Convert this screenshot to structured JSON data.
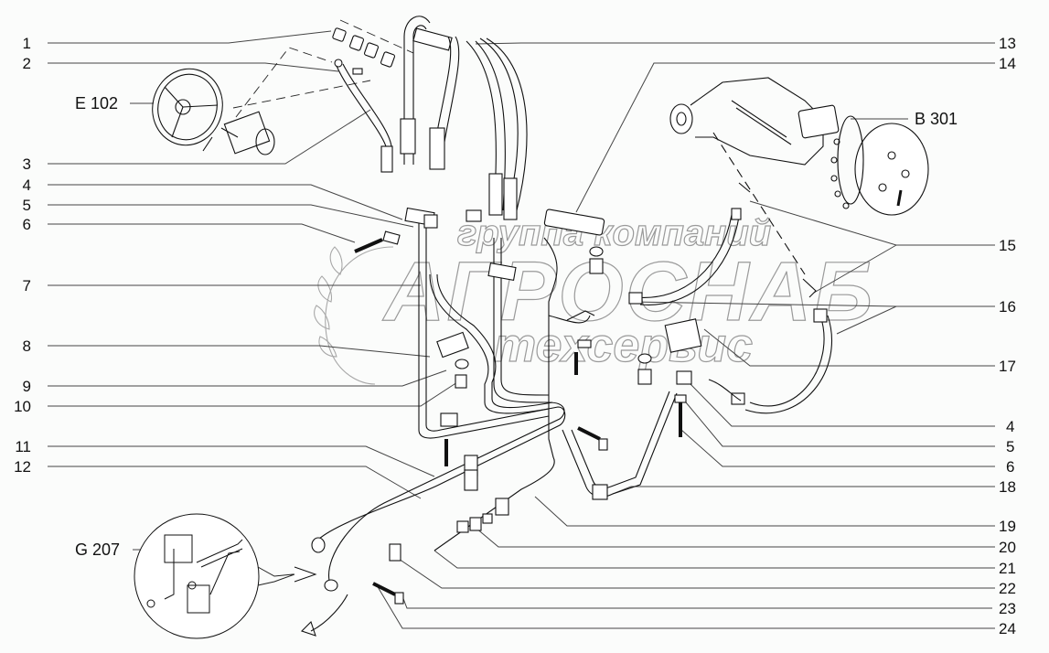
{
  "diagram": {
    "title": "Hydraulic steering lines assembly",
    "watermark": {
      "line1": "группа компаний",
      "line2": "АГРОСНАБ",
      "line3": "техсервис"
    },
    "reference_labels": [
      {
        "id": "e102",
        "text": "E 102",
        "target": "steering-wheel-unit"
      },
      {
        "id": "b301",
        "text": "B 301",
        "target": "steering-axle"
      },
      {
        "id": "g207",
        "text": "G 207",
        "target": "valve-block-detail"
      }
    ],
    "left_callouts": [
      "1",
      "2",
      "3",
      "4",
      "5",
      "6",
      "7",
      "8",
      "9",
      "10",
      "11",
      "12"
    ],
    "right_callouts": [
      "13",
      "14",
      "15",
      "16",
      "17",
      "4",
      "5",
      "6",
      "18",
      "19",
      "20",
      "21",
      "22",
      "23",
      "24"
    ],
    "colors": {
      "line": "#111111",
      "leader": "#333333",
      "watermark": "#9a9a9a",
      "background": "#fbfcfb"
    }
  }
}
